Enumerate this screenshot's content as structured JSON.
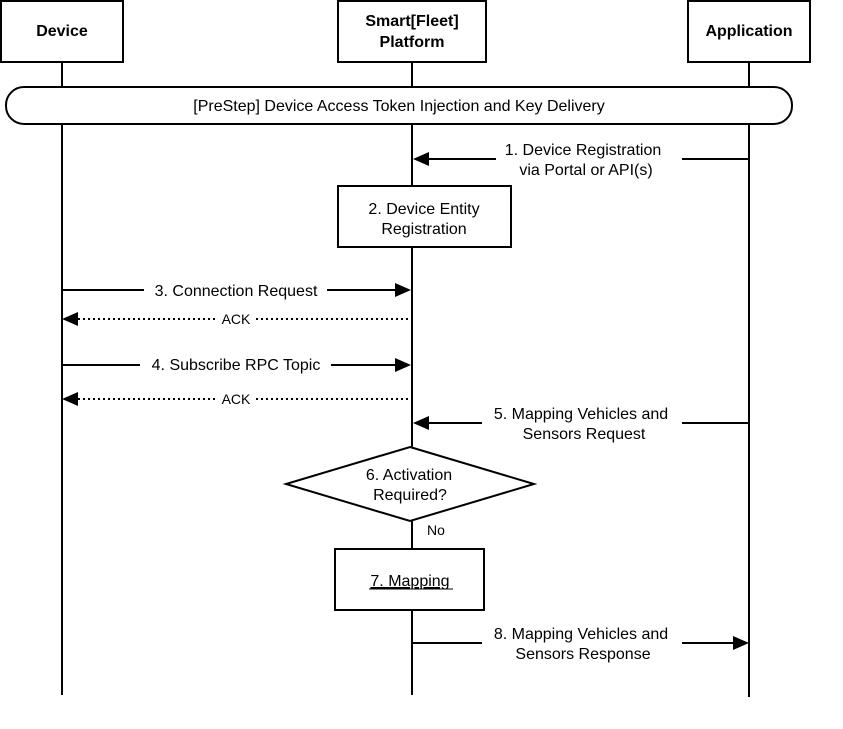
{
  "actors": [
    {
      "lines": [
        "Device"
      ]
    },
    {
      "lines": [
        "Smart[Fleet]",
        "Platform"
      ]
    },
    {
      "lines": [
        "Application"
      ]
    }
  ],
  "prestep": "[PreStep] Device Access Token Injection and Key Delivery",
  "messages": {
    "m1": [
      "1. Device Registration",
      "via Portal or API(s)"
    ],
    "m3": "3. Connection Request",
    "ack1": "ACK",
    "m4": "4. Subscribe RPC Topic",
    "ack2": "ACK",
    "m5": [
      "5. Mapping Vehicles and",
      "Sensors Request"
    ],
    "m8": [
      "8. Mapping Vehicles and",
      "Sensors Response"
    ]
  },
  "steps": {
    "s2": [
      "2. Device Entity",
      "Registration"
    ],
    "s6": [
      "6. Activation",
      "Required?"
    ],
    "s6_no": "No",
    "s7": "7. Mapping"
  }
}
